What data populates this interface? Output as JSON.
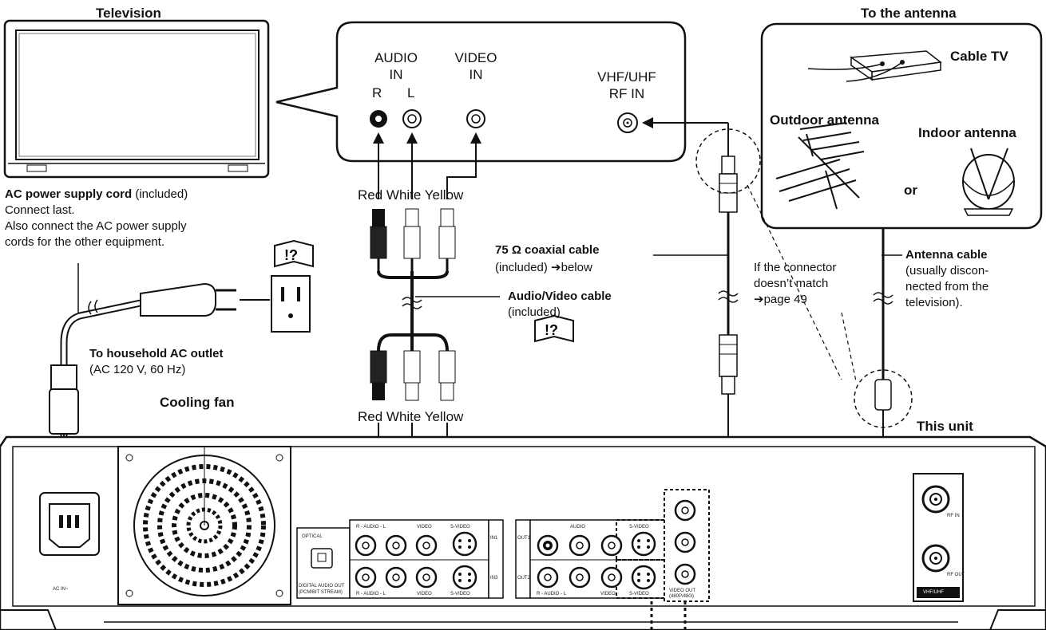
{
  "labels": {
    "television": "Television",
    "to_antenna": "To the antenna",
    "cable_tv": "Cable TV",
    "outdoor_antenna": "Outdoor antenna",
    "indoor_antenna": "Indoor antenna",
    "or": "or",
    "audio_in_1": "AUDIO",
    "audio_in_2": "IN",
    "video_in_1": "VIDEO",
    "video_in_2": "IN",
    "r": "R",
    "l": "L",
    "vhf_uhf_1": "VHF/UHF",
    "vhf_uhf_2": "RF IN",
    "plug_colors_top": "Red White Yellow",
    "plug_colors_bottom": "Red White Yellow",
    "ac_cord_bold": "AC power supply cord",
    "ac_cord_rest": " (included)",
    "connect_last": "Connect last.",
    "also_connect_1": "Also connect the AC power supply",
    "also_connect_2": "cords for the other equipment.",
    "coax_bold": "75 Ω coaxial cable",
    "coax_rest": "(included) ➔below",
    "connector_1": "If the connector",
    "connector_2": "doesn’t match",
    "connector_3": "➔page 49",
    "antenna_cable_bold": "Antenna cable",
    "antenna_cable_2": "(usually discon-",
    "antenna_cable_3": "nected from the",
    "antenna_cable_4": "television).",
    "av_cable_bold": "Audio/Video cable",
    "av_cable_rest": "(included)",
    "outlet_bold": "To household AC outlet",
    "outlet_rest": "(AC 120 V, 60 Hz)",
    "cooling_fan": "Cooling fan",
    "this_unit": "This unit"
  },
  "panel_text": {
    "ac_in": "AC IN~",
    "optical": "OPTICAL",
    "digital_out_1": "DIGITAL AUDIO OUT",
    "digital_out_2": "(PCM/BIT STREAM)",
    "in1_audio": "R - AUDIO - L",
    "in1_video": "VIDEO",
    "in1_svideo": "S-VIDEO",
    "in1_label": "IN1",
    "in3_audio": "R - AUDIO - L",
    "in3_video": "VIDEO",
    "in3_svideo": "S-VIDEO",
    "in3_label": "IN3",
    "out1_label": "OUT1",
    "out1_audio": "AUDIO",
    "out1_svideo": "S-VIDEO",
    "out2_label": "OUT2",
    "out2_audio": "R - AUDIO - L",
    "out2_video": "VIDEO",
    "out2_svideo": "S-VIDEO",
    "component_1": "VIDEO OUT",
    "component_2": "(480P/480i)",
    "rf_in": "RF IN",
    "rf_out": "RF OUT",
    "vhf_uhf": "VHF/UHF"
  },
  "icons": [
    "book-question-icon",
    "book-question-icon"
  ]
}
